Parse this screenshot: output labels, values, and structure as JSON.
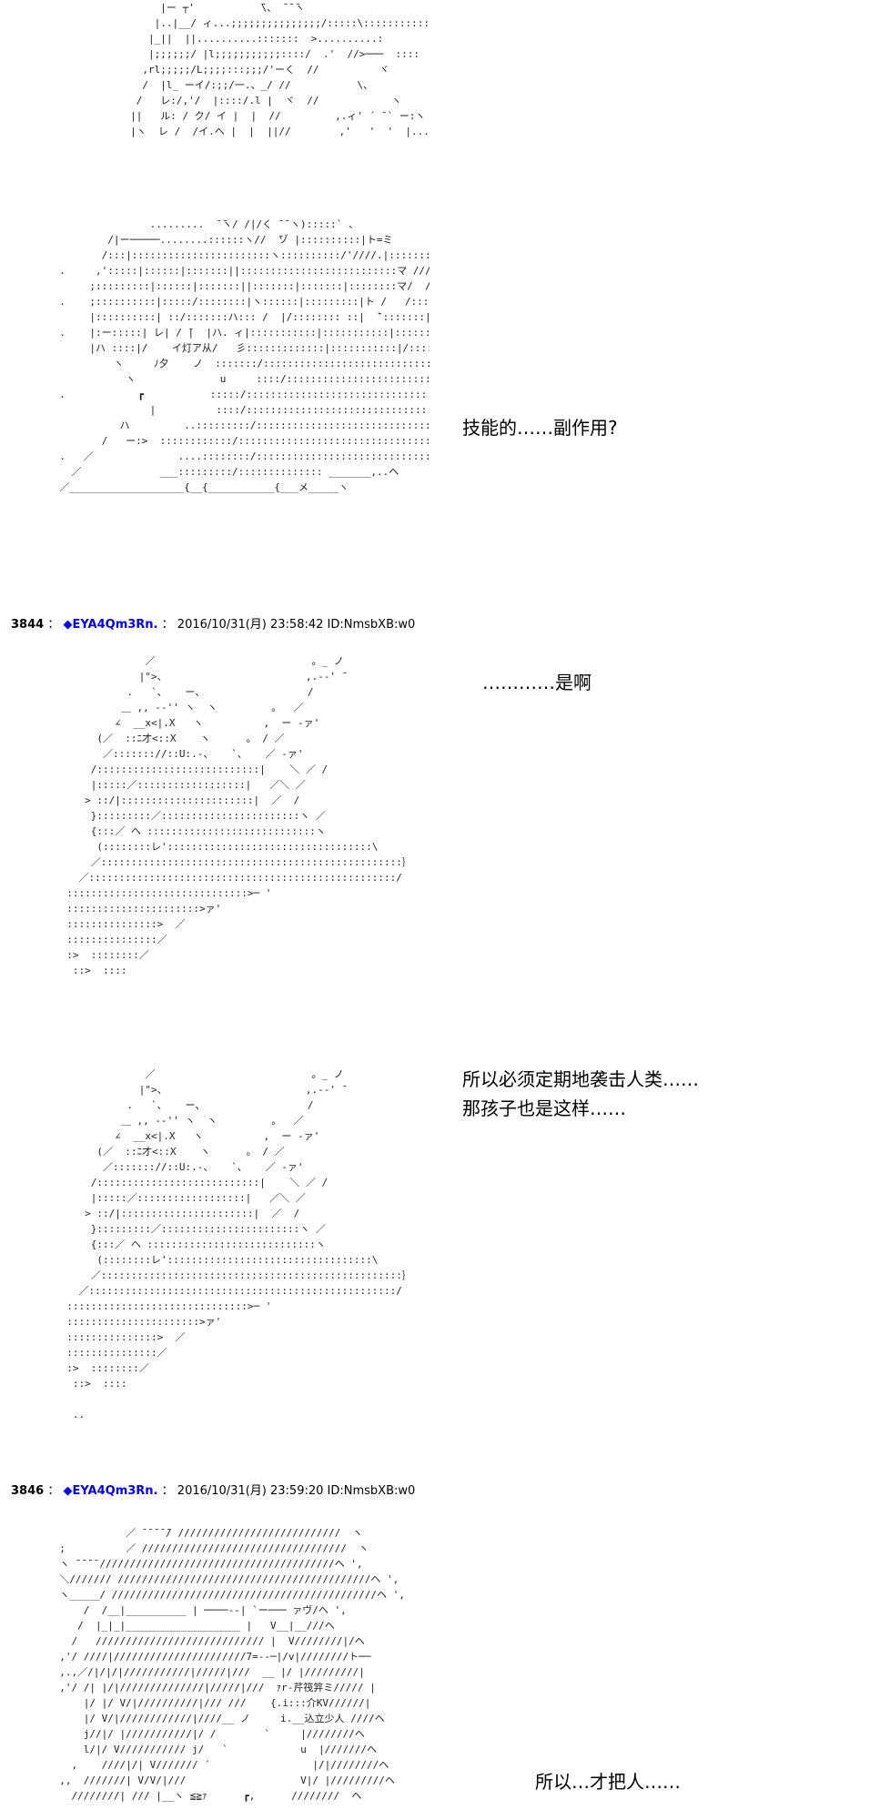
{
  "panels": [
    {
      "art": "          |ー ┬'           ̄\\、 ̄ ̄ ̄ヽ\n         |..|__/ ィ...;;;;;;;;;;;;;;;/:::::\\:::::::::::::\n        |_||  ||..........:::::::  >..........:\n        |;;;;;;/ |l;;;;;;;;;;;::::/  .'  //>───  ::::\n       ,rl;;;;;/L;;;;:::;;;/'ーく  //          ヾ\n       /  |l_ ーイ/:;;/一.、_/ //           \\、\n      /   レ:/,'/  |::::/.l |  ヾ  //            ヽ\n     ||   ル: / ク/ イ |  |  //         ,.ィ' ´ ̄ ` ー:ヽ.\n     |ヽ  レ /  /イ.ヘ |  |  ||//        ,'   '  '  |.........",
      "text": ""
    },
    {
      "art": "                 .........  ̄ ̄ヽ/ /|/く ̄ ̄ ヽ):::::` 、\n          /|ー─────........::::::ヽ//  ̄ゾ |::::::::::|ト=ミ\n         /:::|:::::::::::::::::::::::ヽ::::::::::/'////.|:::::::::::::|ト=ミ\n  .     ,':::::|::::::|:::::::||::::::::::::::::::::::::::マ ////::::::::::::::::|`'////,\n       ;:::::::::|::::::|:::::::||:::::::|:::::::|::::::::マ/  /::::::::::|ヽマ ̄\n  .    ;::::::::::|:::::/::::::::|ヽ::::::|:::::::::|ト /   /::::::::::::|ヽへ\n       |::::::::::| ::/:::::::ハ::: /  |/:::::::: ::|  ̄`:::::::|:::::::://ハ/\n  .    |:ー:::::| レ| / ̄|  |ハ. ィ|:::::::::::|:::::::::::|:::::::::://:::|\n       |ハ ::::|/    イ灯ア从/   彡:::::::::::::|:::::::::::|/::::::|\n           ヽ     ﾉ夕    ノ  :::::::/:::::::::::::::::::::::::::::::|\n             ヽ              u     ::::/::::::::::::::::::::::::::::|\n  .            ┏           :::::/::::::::::::::::::::::::::::::::|\n                 |          ::::/::::::::::::::::::::::::::::::::|\n            ハ         ..:::::::::/:::::::::::::::::::::::::::::::::|\n         /   ー:>  ::::::::::::/::::::::::::::::::::::::::::::::|\n  .   ／              ....::::::::/::::::::::::::::::::::::::::::::ム\n    ／             ___:::::::::/:::::::::::::: _______,..ヘ\n  ／___________________{__{___________{___メ_____ヽ",
      "text": "技能的……副作用?"
    },
    {
      "header": {
        "num": "3844",
        "name": "EYA4Qm3Rn.",
        "date": "2016/10/31(月) 23:58:42",
        "id": "ID:NmsbXB:w0"
      },
      "art": "               ／                          。_ ノ\n              |\">、                       ,.-‐' ̄\n            .   `、   ー、                 /\n           ＿ ,, -‐'' ヽ  ヽ         。  ／\n          ∠  __x<|.X   ヽ          ,  ー ‐ァ'\n       (／  ::ﾆ才<::X    ヽ      。 / ／\n        ／::::::://::U:.-、   `、   ／ ‐ァ'\n      /:::::::::::::::::::::::::::|    ＼ ／ /\n      |:::::／::::::::::::::::::|   ／＼ ／\n     > ::/|::::::::::::::::::::::|  ／  /\n      }:::::::::／:::::::::::::::::::::::ヽ ／\n      {:::／ ヘ ::::::::::::::::::::::::::::ヽ\n       (::::::::レ'::::::::::::::::::::::::::::::::::\\\n      ／::::::::::::::::::::::::::::::::::::::::::::::::::｝\n    ／:::::::::::::::::::::::::::::::::::::::::::::::::::/\n  ::::::::::::::::::::::::::::::>─ '\n  ::::::::::::::::::::::>ァ'\n  :::::::::::::::>  ／\n  :::::::::::::::／\n  :>  ::::::::／\n   ::>  ::::",
      "text": "…………是啊"
    },
    {
      "art": "               ／                          。_ ノ\n              |\">、                       ,.-‐' ̄\n            .   `、   ー、                 /\n           ＿ ,, -‐'' ヽ  ヽ         。  ／\n          ∠  __x<|.X   ヽ          ,  ー ‐ァ'\n       (／  ::ﾆ才<::X    ヽ      。 / ／\n        ／::::::://::U:.-、   `、   ／ ‐ァ'\n      /:::::::::::::::::::::::::::|    ＼ ／ /\n      |:::::／::::::::::::::::::|   ／＼ ／\n     > ::/|::::::::::::::::::::::|  ／  /\n      }:::::::::／:::::::::::::::::::::::ヽ ／\n      {:::／ ヘ ::::::::::::::::::::::::::::ヽ\n       (::::::::レ'::::::::::::::::::::::::::::::::::\\\n      ／::::::::::::::::::::::::::::::::::::::::::::::::::｝\n    ／:::::::::::::::::::::::::::::::::::::::::::::::::::/\n  ::::::::::::::::::::::::::::::>─ '\n  ::::::::::::::::::::::>ァ'\n  :::::::::::::::>  ／\n  :::::::::::::::／\n  :>  ::::::::／\n   ::>  ::::\n\n   ..",
      "text": "所以必须定期地袭击人类……\n那孩子也是这样……"
    },
    {
      "header": {
        "num": "3846",
        "name": "EYA4Qm3Rn.",
        "date": "2016/10/31(月) 23:59:20",
        "id": "ID:NmsbXB:w0"
      },
      "art": "             ／ ̄ ̄ ̄ ̄ ̄/ ///////////////////////////  ヽ\n  ;          ／ //////////////////////////////////  ヽ\n  ヽ ̄ ̄ ̄ ̄ ///////////////////////////////////////ヘ ',\n  ＼/////// //////////////////////////////////////////ヘ ',\n  ヽ_____/ ////////////////////////////////////////////ヘ ',\n      /  /__|__________ | ────--| `ー─── ァヴ/ヘ ',\n     /  |_|_|___________________ |   V__|__///ヘ\n    /   //////////////////////////// |  V////////|/ヘ\n  ,'/ ////|//////////////////////7=--─|/v|////////ト──\n  ,.,／/|/|/|///////////|/////|///  __ |/ |/////////|\n  ,'/ /| |/|//////////////|/////|///  ｧr‐芹筏笄ミ///// |\n      |/ |/ V/|//////////|/// ///    {.i:::介KV//////|\n      |/ V/|////////////|////__ ノ     i.__込立少人 ////ヘ\n      j//|/ |///////////|/ /        `     |////////ヘ\n      l/|/ V/////////// j/   `            u  |///////ヘ\n    ,    ////|/| V/////// ´                 |/|////////ヘ\n  ,,  ///////| V/V/|///                   V|/ |/////////ヘ\n    ////////| /// |__ヽ ≦≧ｧ      ┏,      ////////  ヘ",
      "text": "所以…才把人……"
    }
  ],
  "icons": {
    "trip_marker": "◆"
  },
  "colors": {
    "name_link": "#0000ee",
    "background": "#ffffff",
    "text": "#000000"
  }
}
